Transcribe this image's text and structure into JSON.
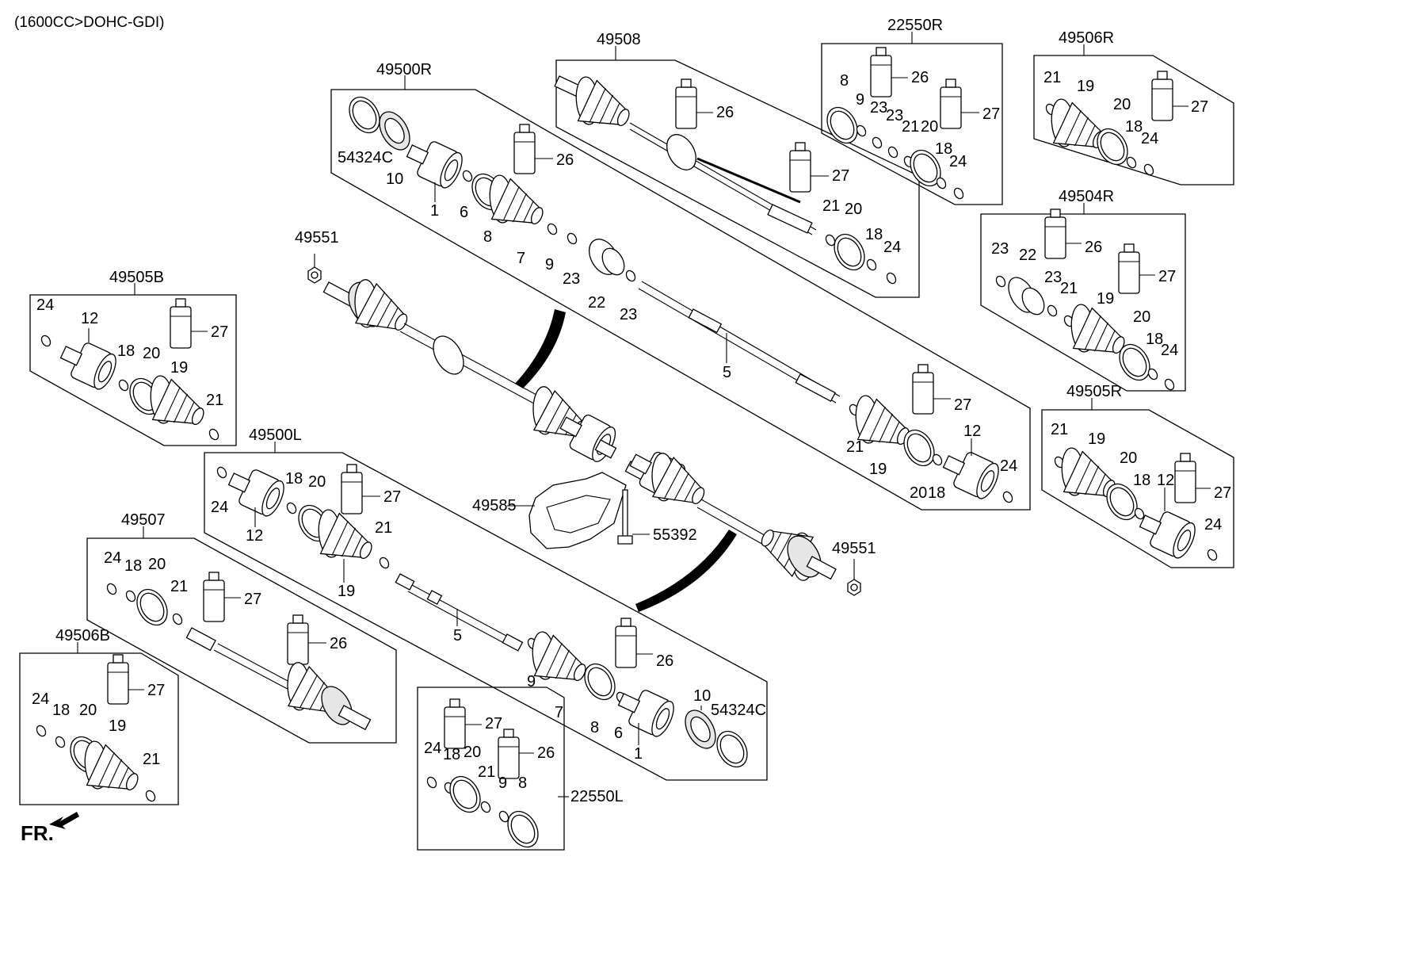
{
  "diagram": {
    "header": "(1600CC>DOHC-GDI)",
    "direction_label": "FR.",
    "groups": {
      "g49508": "49508",
      "g22550R": "22550R",
      "g49506R": "49506R",
      "g49500R": "49500R",
      "g49504R": "49504R",
      "g49505B": "49505B",
      "g49505R": "49505R",
      "g49500L": "49500L",
      "g49507": "49507",
      "g49506B": "49506B",
      "g22550L": "22550L"
    },
    "standalone": {
      "nut_top": "49551",
      "nut_bottom": "49551",
      "bracket": "49585",
      "bolt": "55392"
    },
    "parts": {
      "p1": "1",
      "p5": "5",
      "p6": "6",
      "p7": "7",
      "p8": "8",
      "p9": "9",
      "p10": "10",
      "p12": "12",
      "p18": "18",
      "p19": "19",
      "p20": "20",
      "p21": "21",
      "p22": "22",
      "p23": "23",
      "p24": "24",
      "p26": "26",
      "p27": "27",
      "p54324C": "54324C"
    },
    "icons": {
      "arrow": "fr-arrow-icon",
      "boot": "cv-boot-icon",
      "joint": "cv-joint-icon",
      "clamp": "boot-clamp-icon",
      "grease": "grease-pack-icon",
      "shaft": "drive-shaft-icon",
      "ring": "tone-ring-icon",
      "nut": "axle-nut-icon"
    }
  }
}
